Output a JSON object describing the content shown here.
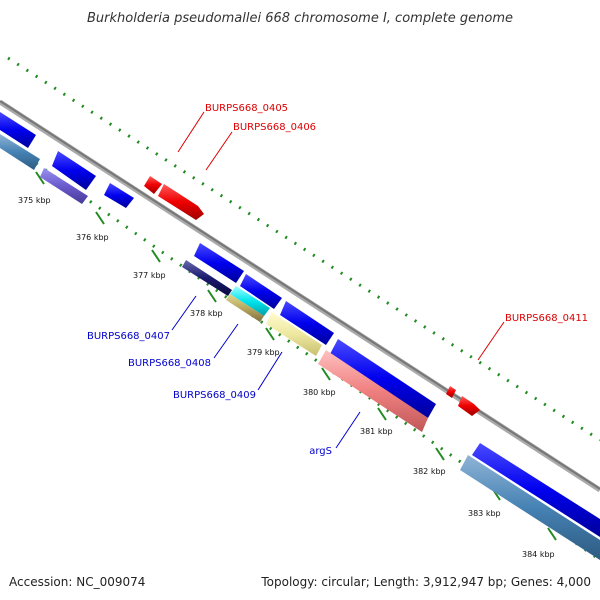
{
  "title": "Burkholderia pseudomallei 668 chromosome I, complete genome",
  "footer": {
    "accession": "Accession: NC_009074",
    "summary": "Topology: circular; Length: 3,912,947 bp; Genes: 4,000"
  },
  "ticks": [
    "375 kbp",
    "376 kbp",
    "377 kbp",
    "378 kbp",
    "379 kbp",
    "380 kbp",
    "381 kbp",
    "382 kbp",
    "383 kbp",
    "384 kbp"
  ],
  "gene_labels": [
    {
      "text": "BURPS668_0405",
      "color": "red"
    },
    {
      "text": "BURPS668_0406",
      "color": "red"
    },
    {
      "text": "BURPS668_0411",
      "color": "red"
    },
    {
      "text": "BURPS668_0407",
      "color": "blue"
    },
    {
      "text": "BURPS668_0408",
      "color": "blue"
    },
    {
      "text": "BURPS668_0409",
      "color": "blue"
    },
    {
      "text": "argS",
      "color": "blue"
    }
  ],
  "colors": {
    "backbone": "#888888",
    "cds_forward": "#0000ee",
    "cds_reverse": "#4682b4",
    "rna": "#ee0000",
    "highlight_cyan": "#00e5ee",
    "highlight_yellow": "#eee8a0",
    "highlight_pink": "#f08080",
    "tick_green": "#228b22"
  }
}
